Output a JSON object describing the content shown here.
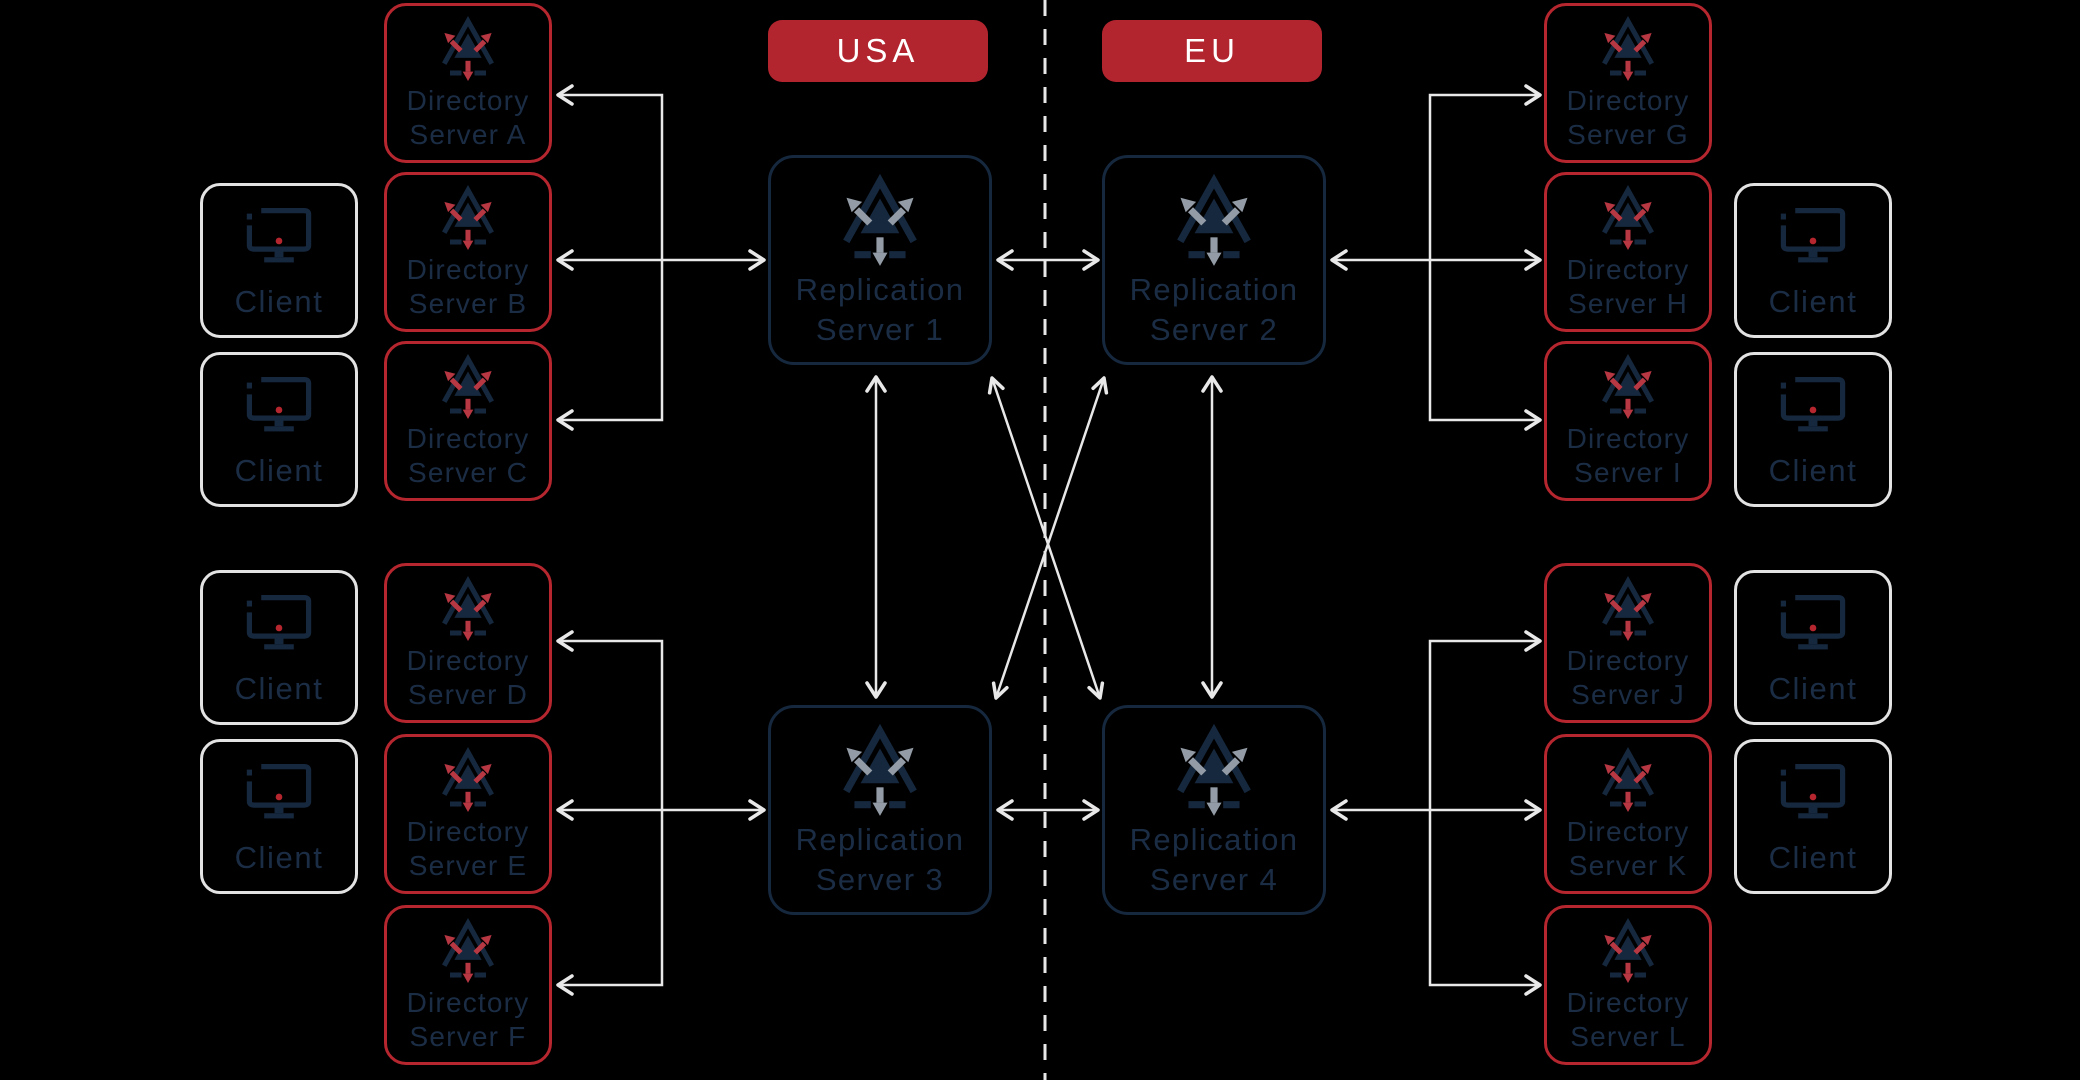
{
  "badges": {
    "usa": "USA",
    "eu": "EU"
  },
  "colors": {
    "background": "#000000",
    "red_border": "#b5262f",
    "badge_red": "#b2242e",
    "navy": "#16283e",
    "label_navy": "#1b2d45",
    "connector_gray": "#e8e8e8",
    "client_border": "#e3e3e3",
    "icon_arrow_red": "#b73743",
    "icon_arrow_gray": "#939ca6",
    "badge_text": "#ffffff"
  },
  "icons": {
    "directory": "replication-topology-triangle-red-arrows",
    "replication": "replication-topology-triangle-gray-arrows",
    "client": "monitor-with-red-dot"
  },
  "usa": {
    "clients": [
      {
        "label": "Client"
      },
      {
        "label": "Client"
      },
      {
        "label": "Client"
      },
      {
        "label": "Client"
      }
    ],
    "directory_servers": [
      {
        "line1": "Directory",
        "line2": "Server A"
      },
      {
        "line1": "Directory",
        "line2": "Server B"
      },
      {
        "line1": "Directory",
        "line2": "Server C"
      },
      {
        "line1": "Directory",
        "line2": "Server D"
      },
      {
        "line1": "Directory",
        "line2": "Server E"
      },
      {
        "line1": "Directory",
        "line2": "Server F"
      }
    ],
    "replication_servers": [
      {
        "line1": "Replication",
        "line2": "Server 1"
      },
      {
        "line1": "Replication",
        "line2": "Server 3"
      }
    ]
  },
  "eu": {
    "clients": [
      {
        "label": "Client"
      },
      {
        "label": "Client"
      },
      {
        "label": "Client"
      },
      {
        "label": "Client"
      }
    ],
    "directory_servers": [
      {
        "line1": "Directory",
        "line2": "Server G"
      },
      {
        "line1": "Directory",
        "line2": "Server H"
      },
      {
        "line1": "Directory",
        "line2": "Server I"
      },
      {
        "line1": "Directory",
        "line2": "Server J"
      },
      {
        "line1": "Directory",
        "line2": "Server K"
      },
      {
        "line1": "Directory",
        "line2": "Server L"
      }
    ],
    "replication_servers": [
      {
        "line1": "Replication",
        "line2": "Server 2"
      },
      {
        "line1": "Replication",
        "line2": "Server 4"
      }
    ]
  }
}
